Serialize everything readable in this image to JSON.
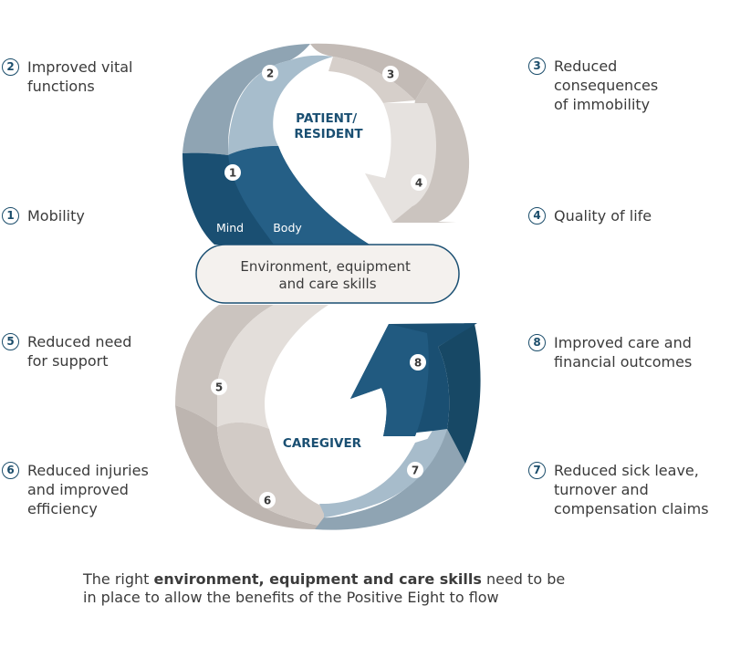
{
  "center": {
    "top_title": "PATIENT/\nRESIDENT",
    "bottom_title": "CAREGIVER",
    "mind": "Mind",
    "body": "Body",
    "environment": "Environment, equipment\nand care skills"
  },
  "segments": [
    {
      "n": "1",
      "color": "#1a4f72"
    },
    {
      "n": "2",
      "color": "#a6bccb"
    },
    {
      "n": "3",
      "color": "#c9c1bc"
    },
    {
      "n": "4",
      "color": "#e3dedb"
    },
    {
      "n": "5",
      "color": "#dcd6d2"
    },
    {
      "n": "6",
      "color": "#cfc8c3"
    },
    {
      "n": "7",
      "color": "#a7bccb"
    },
    {
      "n": "8",
      "color": "#1a4f72"
    }
  ],
  "benefits": [
    {
      "n": "2",
      "text": "Improved vital\nfunctions"
    },
    {
      "n": "1",
      "text": "Mobility"
    },
    {
      "n": "5",
      "text": "Reduced need\nfor support"
    },
    {
      "n": "6",
      "text": "Reduced injuries\nand improved\nefficiency"
    },
    {
      "n": "3",
      "text": "Reduced\nconsequences\nof immobility"
    },
    {
      "n": "4",
      "text": "Quality of life"
    },
    {
      "n": "8",
      "text": "Improved care and\nfinancial outcomes"
    },
    {
      "n": "7",
      "text": "Reduced sick leave,\nturnover and\ncompensation claims"
    }
  ],
  "caption": {
    "prefix": "The right ",
    "bold": "environment, equipment and care skills",
    "suffix": " need to be\nin place to allow the benefits of the Positive Eight to flow"
  },
  "colors": {
    "dark_blue": "#1a4f72",
    "light_blue": "#a6bccb",
    "grey_blue": "#8ea3b1",
    "warm_grey": "#c9c1bc",
    "light_grey": "#e4dfdb",
    "oval_fill": "#f4f1ee"
  }
}
